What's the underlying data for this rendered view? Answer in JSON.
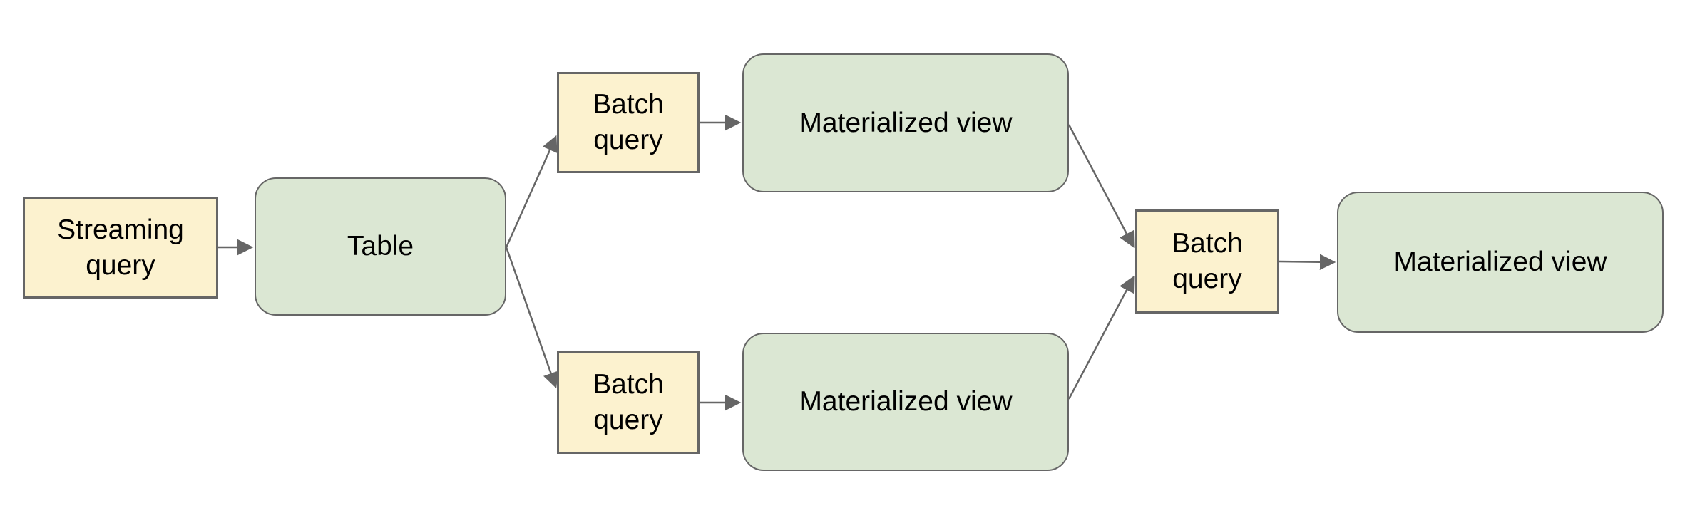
{
  "diagram": {
    "nodes": [
      {
        "id": "streaming-query",
        "label": "Streaming query",
        "kind": "query"
      },
      {
        "id": "table",
        "label": "Table",
        "kind": "table"
      },
      {
        "id": "batch-query-top",
        "label": "Batch query",
        "kind": "query"
      },
      {
        "id": "materialized-view-top",
        "label": "Materialized view",
        "kind": "view"
      },
      {
        "id": "batch-query-bottom",
        "label": "Batch query",
        "kind": "query"
      },
      {
        "id": "materialized-view-bottom",
        "label": "Materialized view",
        "kind": "view"
      },
      {
        "id": "batch-query-right",
        "label": "Batch query",
        "kind": "query"
      },
      {
        "id": "materialized-view-right",
        "label": "Materialized view",
        "kind": "view"
      }
    ],
    "edges": [
      {
        "from": "streaming-query",
        "to": "table"
      },
      {
        "from": "table",
        "to": "batch-query-top"
      },
      {
        "from": "table",
        "to": "batch-query-bottom"
      },
      {
        "from": "batch-query-top",
        "to": "materialized-view-top"
      },
      {
        "from": "batch-query-bottom",
        "to": "materialized-view-bottom"
      },
      {
        "from": "materialized-view-top",
        "to": "batch-query-right"
      },
      {
        "from": "materialized-view-bottom",
        "to": "batch-query-right"
      },
      {
        "from": "batch-query-right",
        "to": "materialized-view-right"
      }
    ],
    "colors": {
      "query_fill": "#fcf2cf",
      "view_fill": "#dbe7d3",
      "node_border": "#666666",
      "connector": "#666666",
      "text": "#000000",
      "background": "#ffffff"
    }
  }
}
